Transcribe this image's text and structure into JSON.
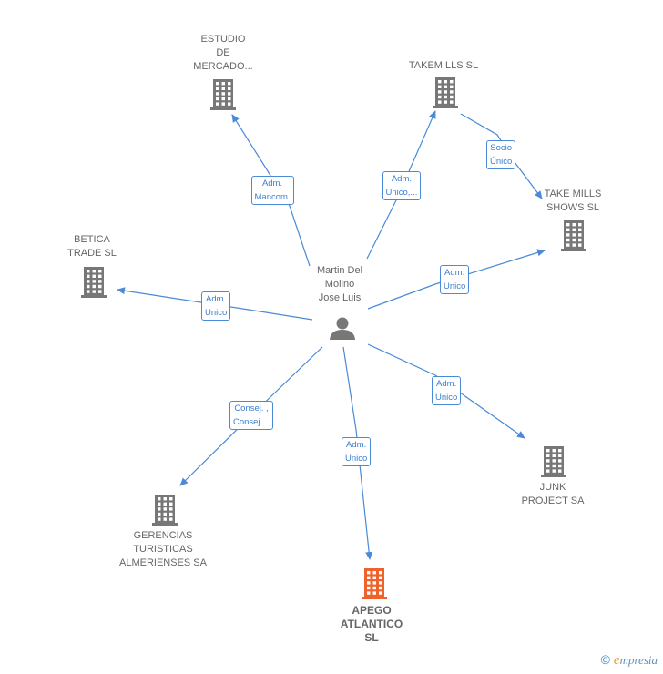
{
  "colors": {
    "edge": "#4a8ad6",
    "building": "#777777",
    "building_highlight": "#f0622b",
    "person": "#777777"
  },
  "center": {
    "name_lines": [
      "Martin Del",
      "Molino",
      "Jose Luis"
    ],
    "icon": "person-icon"
  },
  "companies": [
    {
      "id": "estudio",
      "name_lines": [
        "ESTUDIO",
        "DE",
        "MERCADO..."
      ],
      "icon": "building-icon"
    },
    {
      "id": "takemills",
      "name_lines": [
        "TAKEMILLS  SL"
      ],
      "icon": "building-icon"
    },
    {
      "id": "takemills-shows",
      "name_lines": [
        "TAKE MILLS",
        "SHOWS  SL"
      ],
      "icon": "building-icon"
    },
    {
      "id": "betica",
      "name_lines": [
        "BETICA",
        "TRADE SL"
      ],
      "icon": "building-icon"
    },
    {
      "id": "junk",
      "name_lines": [
        "JUNK",
        "PROJECT SA"
      ],
      "icon": "building-icon"
    },
    {
      "id": "gerencias",
      "name_lines": [
        "GERENCIAS",
        "TURISTICAS",
        "ALMERIENSES SA"
      ],
      "icon": "building-icon"
    },
    {
      "id": "apego",
      "name_lines": [
        "APEGO",
        "ATLANTICO",
        "SL"
      ],
      "icon": "building-icon",
      "highlight": true
    }
  ],
  "relations": [
    {
      "from": "center",
      "to": "estudio",
      "label_lines": [
        "Adm.",
        "Mancom."
      ]
    },
    {
      "from": "center",
      "to": "takemills",
      "label_lines": [
        "Adm.",
        "Unico,..."
      ]
    },
    {
      "from": "takemills",
      "to": "takemills-shows",
      "label_lines": [
        "Socio",
        "Único"
      ]
    },
    {
      "from": "center",
      "to": "takemills-shows",
      "label_lines": [
        "Adm.",
        "Unico"
      ]
    },
    {
      "from": "center",
      "to": "betica",
      "label_lines": [
        "Adm.",
        "Unico"
      ]
    },
    {
      "from": "center",
      "to": "junk",
      "label_lines": [
        "Adm.",
        "Unico"
      ]
    },
    {
      "from": "center",
      "to": "gerencias",
      "label_lines": [
        "Consej. ,",
        "Consej...."
      ]
    },
    {
      "from": "center",
      "to": "apego",
      "label_lines": [
        "Adm.",
        "Unico"
      ]
    }
  ],
  "footer": {
    "copyright_symbol": "©",
    "brand_initial": "e",
    "brand_rest": "mpresia"
  }
}
